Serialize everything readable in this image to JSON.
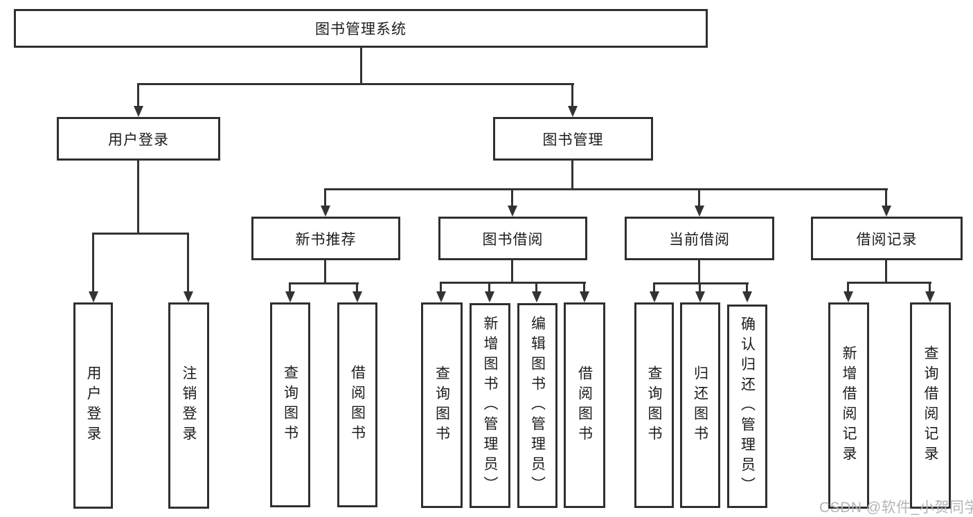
{
  "nodes": {
    "root": {
      "label": "图书管理系统"
    },
    "modules": [
      {
        "label": "用户登录",
        "children": [
          {
            "label": "用户登录"
          },
          {
            "label": "注销登录"
          }
        ]
      },
      {
        "label": "图书管理",
        "children": [
          {
            "label": "新书推荐",
            "children": [
              {
                "label": "查询图书"
              },
              {
                "label": "借阅图书"
              }
            ]
          },
          {
            "label": "图书借阅",
            "children": [
              {
                "label": "查询图书"
              },
              {
                "label": "新增图书（管理员）"
              },
              {
                "label": "编辑图书（管理员）"
              },
              {
                "label": "借阅图书"
              }
            ]
          },
          {
            "label": "当前借阅",
            "children": [
              {
                "label": "查询图书"
              },
              {
                "label": "归还图书"
              },
              {
                "label": "确认归还（管理员）"
              }
            ]
          },
          {
            "label": "借阅记录",
            "children": [
              {
                "label": "新增借阅记录"
              },
              {
                "label": "查询借阅记录"
              }
            ]
          }
        ]
      }
    ]
  },
  "watermark": {
    "text": "CSDN @软件_小贺同学"
  },
  "colors": {
    "line": "#333333",
    "border": "#2f2f2f",
    "watermark": "#b4b4b9"
  }
}
